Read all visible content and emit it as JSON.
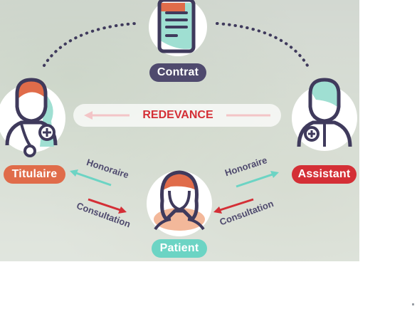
{
  "nodes": {
    "contrat": "Contrat",
    "titulaire": "Titulaire",
    "assistant": "Assistant",
    "patient": "Patient"
  },
  "flows": {
    "redevance": "REDEVANCE",
    "honoraire_left": "Honoraire",
    "consultation_left": "Consultation",
    "honoraire_right": "Honoraire",
    "consultation_right": "Consultation"
  },
  "colors": {
    "navy": "#4f4a6e",
    "orange": "#e06c4a",
    "red": "#d42f36",
    "teal": "#6cd4c4",
    "icon_stroke": "#3f3a5c"
  }
}
